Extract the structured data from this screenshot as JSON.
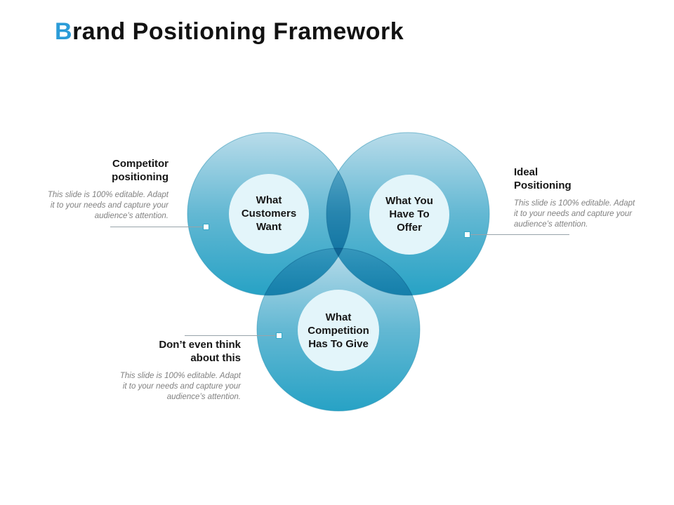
{
  "title": {
    "accent": "B",
    "rest": "rand Positioning Framework"
  },
  "colors": {
    "accent": "#2b9cd8",
    "circle_gradient_top": "#b9dcea",
    "circle_gradient_bottom": "#27a2c5",
    "inner_circle": "#e3f5fa",
    "heading_text": "#151515",
    "body_text": "#818181",
    "connector_line": "#98a4aa",
    "marker_border": "#35a9c8"
  },
  "venn": {
    "circles": [
      {
        "id": "customers",
        "label": "What\nCustomers\nWant"
      },
      {
        "id": "offer",
        "label": "What You\nHave To\nOffer"
      },
      {
        "id": "competition",
        "label": "What\nCompetition\nHas To Give"
      }
    ]
  },
  "annotations": {
    "left": {
      "heading": "Competitor\npositioning",
      "body": "This slide is 100% editable. Adapt\nit to your needs and capture your\naudience’s attention."
    },
    "right": {
      "heading": "Ideal\nPositioning",
      "body": "This slide is 100% editable. Adapt\nit to your needs and capture your\naudience’s attention."
    },
    "bottom": {
      "heading": "Don’t even think\nabout this",
      "body": "This slide is 100% editable. Adapt\nit to your needs and capture your\naudience’s attention."
    }
  }
}
